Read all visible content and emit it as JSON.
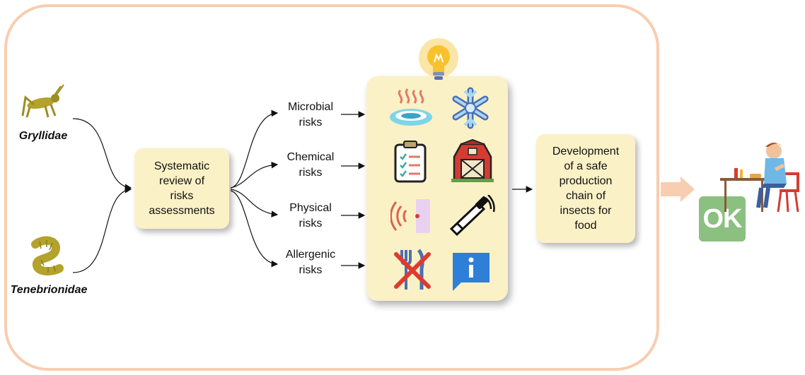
{
  "insects": [
    {
      "name": "Gryllidae",
      "icon": "cricket-icon"
    },
    {
      "name": "Tenebrionidae",
      "icon": "mealworm-icon"
    }
  ],
  "review_box": {
    "label": "Systematic\nreview of\nrisks\nassessments"
  },
  "risks": [
    {
      "label": "Microbial\nrisks"
    },
    {
      "label": "Chemical\nrisks"
    },
    {
      "label": "Physical\nrisks"
    },
    {
      "label": "Allergenic\nrisks"
    }
  ],
  "mitigation_icons": [
    "heat-treatment-icon",
    "freezing-snowflake-icon",
    "checklist-clipboard-icon",
    "barn-farm-icon",
    "x-ray-detector-icon",
    "metal-detector-wand-icon",
    "crossed-fork-knife-icon",
    "information-label-icon"
  ],
  "idea_icon": "lightbulb-icon",
  "outcome_box": {
    "label": "Development\nof a safe\nproduction\nchain of\ninsects for\nfood"
  },
  "result": {
    "badge": "OK",
    "icon": "person-eating-at-table-icon"
  },
  "colors": {
    "frame": "#f8cdb0",
    "card": "#fbf1c6",
    "ok_badge": "#8bc080",
    "final_arrow": "#f8cdb0"
  }
}
